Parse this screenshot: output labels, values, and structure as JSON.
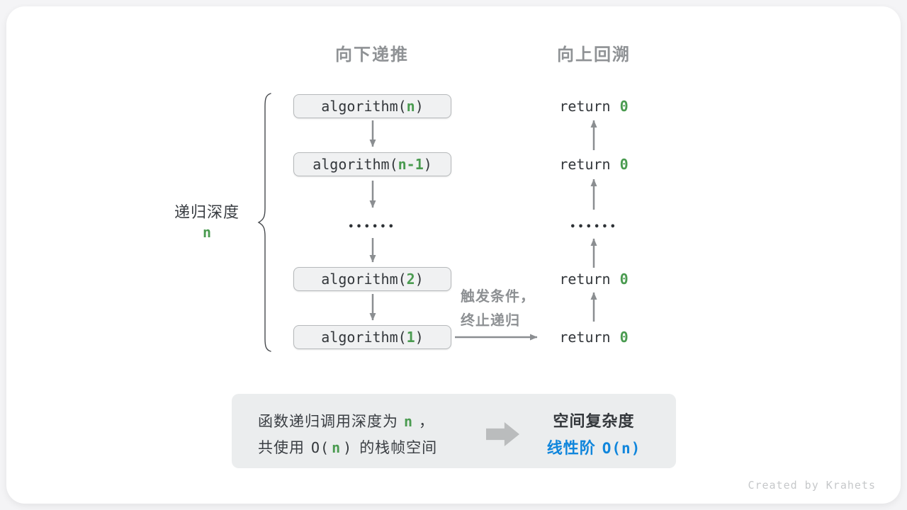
{
  "headers": {
    "down": "向下递推",
    "up": "向上回溯"
  },
  "depth": {
    "label": "递归深度",
    "var": "n"
  },
  "stack": {
    "boxes": [
      {
        "prefix": "algorithm(",
        "arg": "n",
        "suffix": ")"
      },
      {
        "prefix": "algorithm(",
        "arg": "n-1",
        "suffix": ")"
      },
      {
        "prefix": "algorithm(",
        "arg": "2",
        "suffix": ")"
      },
      {
        "prefix": "algorithm(",
        "arg": "1",
        "suffix": ")"
      }
    ],
    "ellipsis": "••••••"
  },
  "returns": {
    "rows": [
      {
        "keyword": "return",
        "value": "0"
      },
      {
        "keyword": "return",
        "value": "0"
      },
      {
        "keyword": "return",
        "value": "0"
      },
      {
        "keyword": "return",
        "value": "0"
      }
    ],
    "ellipsis": "••••••"
  },
  "trigger": {
    "line1": "触发条件，",
    "line2": "终止递归"
  },
  "summary": {
    "line1": {
      "before": "函数递归调用深度为",
      "var": "n",
      "after": "，"
    },
    "line2": {
      "before": "共使用",
      "o_open": "O(",
      "var": "n",
      "o_close": ")",
      "after": "的栈帧空间"
    },
    "result": {
      "title": "空间复杂度",
      "label": "线性阶",
      "big_o": "O(n)"
    }
  },
  "watermark": "Created by Krahets",
  "colors": {
    "green": "#4a9b50",
    "blue": "#1086dc",
    "arrow_gray": "#8b8e91",
    "header_gray": "#8f9295",
    "box_bg": "#f0f1f2",
    "box_border": "#b6b9bb",
    "summary_bg": "#ebedee",
    "text_dark": "#3a3e43"
  }
}
